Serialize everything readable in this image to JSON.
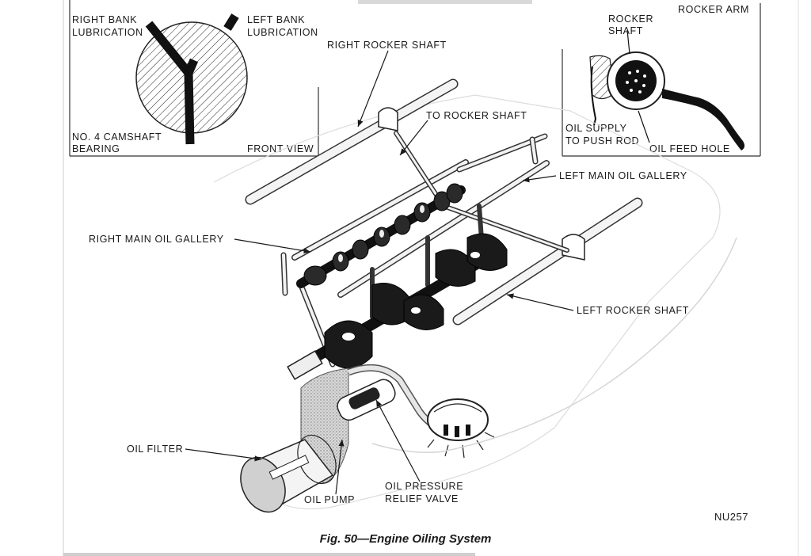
{
  "figure": {
    "caption": "Fig. 50—Engine Oiling System",
    "id": "NU257"
  },
  "inset_front": {
    "right_bank": [
      "RIGHT BANK",
      "LUBRICATION"
    ],
    "left_bank": [
      "LEFT BANK",
      "LUBRICATION"
    ],
    "camshaft": [
      "NO. 4 CAMSHAFT",
      "BEARING"
    ],
    "view": "FRONT VIEW"
  },
  "inset_rocker": {
    "rocker_arm": "ROCKER ARM",
    "rocker_shaft": [
      "ROCKER",
      "SHAFT"
    ],
    "oil_supply": [
      "OIL SUPPLY",
      "TO PUSH ROD"
    ],
    "oil_feed": "OIL FEED HOLE"
  },
  "labels": {
    "right_rocker_shaft": "RIGHT ROCKER SHAFT",
    "to_rocker_shaft": "TO ROCKER SHAFT",
    "left_main_gallery": "LEFT MAIN OIL GALLERY",
    "right_main_gallery": "RIGHT MAIN OIL GALLERY",
    "left_rocker_shaft": "LEFT ROCKER SHAFT",
    "oil_filter": "OIL FILTER",
    "oil_pump": "OIL PUMP",
    "relief_valve": [
      "OIL PRESSURE",
      "RELIEF VALVE"
    ]
  }
}
